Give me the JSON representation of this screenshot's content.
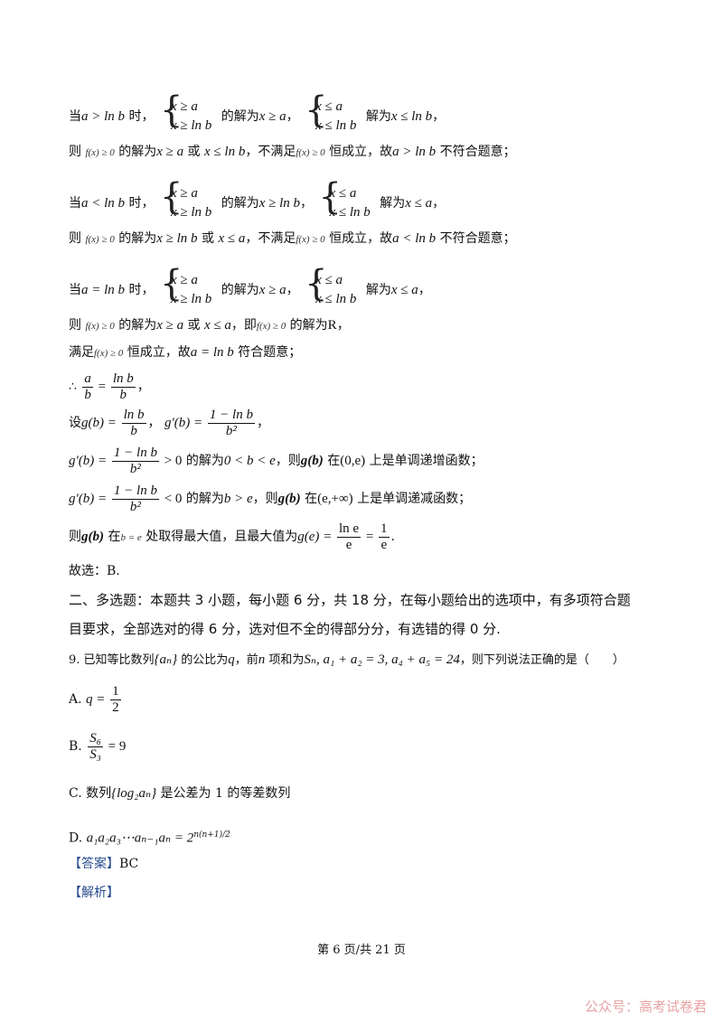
{
  "derivation": {
    "case_gt_lead": "当",
    "case_gt_cond": "a > ln b",
    "shi": " 时，",
    "sys1_a": "x ≥ a",
    "sys1_b": "x ≥ ln b",
    "sol_is": " 的解为",
    "sol1": "x ≥ a",
    "sys2_a": "x ≤ a",
    "sys2_b": "x ≤ ln b",
    "sol_is2": " 解为",
    "sol2": "x ≤ ln b",
    "tail_comma": "，",
    "ze": "则 ",
    "fx": "f(x) ≥ 0",
    "sol_is3": " 的解为",
    "gt_res": "x ≥ a",
    "or": " 或 ",
    "gt_res2": "x ≤ ln b",
    "not_hold": "，不满足",
    "always": " 恒成立，故",
    "gt_cond2": "a > ln b",
    "not_ok": " 不符合题意；",
    "case_lt_cond": "a < ln b",
    "lt_sol1": "x ≥ ln b",
    "lt_sol2": "x ≤ a",
    "lt_res": "x ≥ ln b",
    "lt_res2": "x ≤ a",
    "lt_cond2": "a < ln b",
    "case_eq_cond": "a = ln b",
    "eq_sol1": "x ≥ a",
    "eq_sol2": "x ≤ a",
    "eq_res": "x ≥ a",
    "eq_res2": "x ≤ a",
    "ji": "，即",
    "solR": " 的解为",
    "R": "R",
    "R_comma": "，",
    "satisfy": "满足",
    "always2": " 恒成立，故",
    "eq_cond2": "a = ln b",
    "ok": " 符合题意；",
    "therefore": "∴",
    "a_over_b_num": "a",
    "a_over_b_den": "b",
    "eq": " = ",
    "lnb": "ln b",
    "b": "b",
    "comma": "，",
    "set_g": "设",
    "gb": "g(b) = ",
    "gprime": "g′(b) = ",
    "one_minus_lnb": "1 − ln b",
    "b2": "b²",
    "gt0": " > 0",
    "lt0": " < 0",
    "sol_inc": " 的解为",
    "inc_range": "0 < b < e",
    "then_g": "，则",
    "g_of_b": "g(b)",
    "on": " 在",
    "inc_interval": "(0,e)",
    "inc_text": " 上是单调递增函数；",
    "dec_range": "b > e",
    "dec_interval": "(e,+∞)",
    "dec_text": " 上是单调递减函数；",
    "max_lead": "则",
    "at": " 在",
    "b_eq_e": "b = e",
    "max_text": " 处取得最大值，且最大值为",
    "ge": "g(e) = ",
    "lne": "ln e",
    "e": "e",
    "one": "1",
    "period": ".",
    "choose": "故选：B."
  },
  "section": {
    "line1": "二、多选题：本题共 3 小题，每小题 6 分，共 18 分，在每小题给出的选项中，有多项符合题",
    "line2": "目要求，全部选对的得 6 分，选对但不全的得部分分，有选错的得 0 分."
  },
  "question": {
    "stem_a": "9. 已知等比数列",
    "seq": "{aₙ}",
    "stem_b": " 的公比为",
    "q": "q",
    "stem_c": "，前",
    "n": "n",
    "stem_d": " 项和为",
    "cond": "Sₙ, a₁ + a₂ = 3, a₄ + a₅ = 24",
    "stem_e": "，则下列说法正确的是（　　）",
    "A_label": "A.",
    "A_lhs": "q = ",
    "A_num": "1",
    "A_den": "2",
    "B_label": "B.",
    "B_num": "S₆",
    "B_den": "S₃",
    "B_rhs": " = 9",
    "C_label": "C. 数列",
    "C_seq": "{log₂aₙ}",
    "C_rest": " 是公差为 1 的等差数列",
    "D_label": "D.",
    "D_lhs": "a₁a₂a₃⋯aₙ₋₁aₙ = 2",
    "D_exp": "n(n+1)/2"
  },
  "answer": {
    "label": "【答案】",
    "value": "BC",
    "analysis": "【解析】"
  },
  "footer": {
    "page": "第 6 页/共 21 页"
  },
  "watermark": {
    "text": "公众号：高考试卷君"
  }
}
